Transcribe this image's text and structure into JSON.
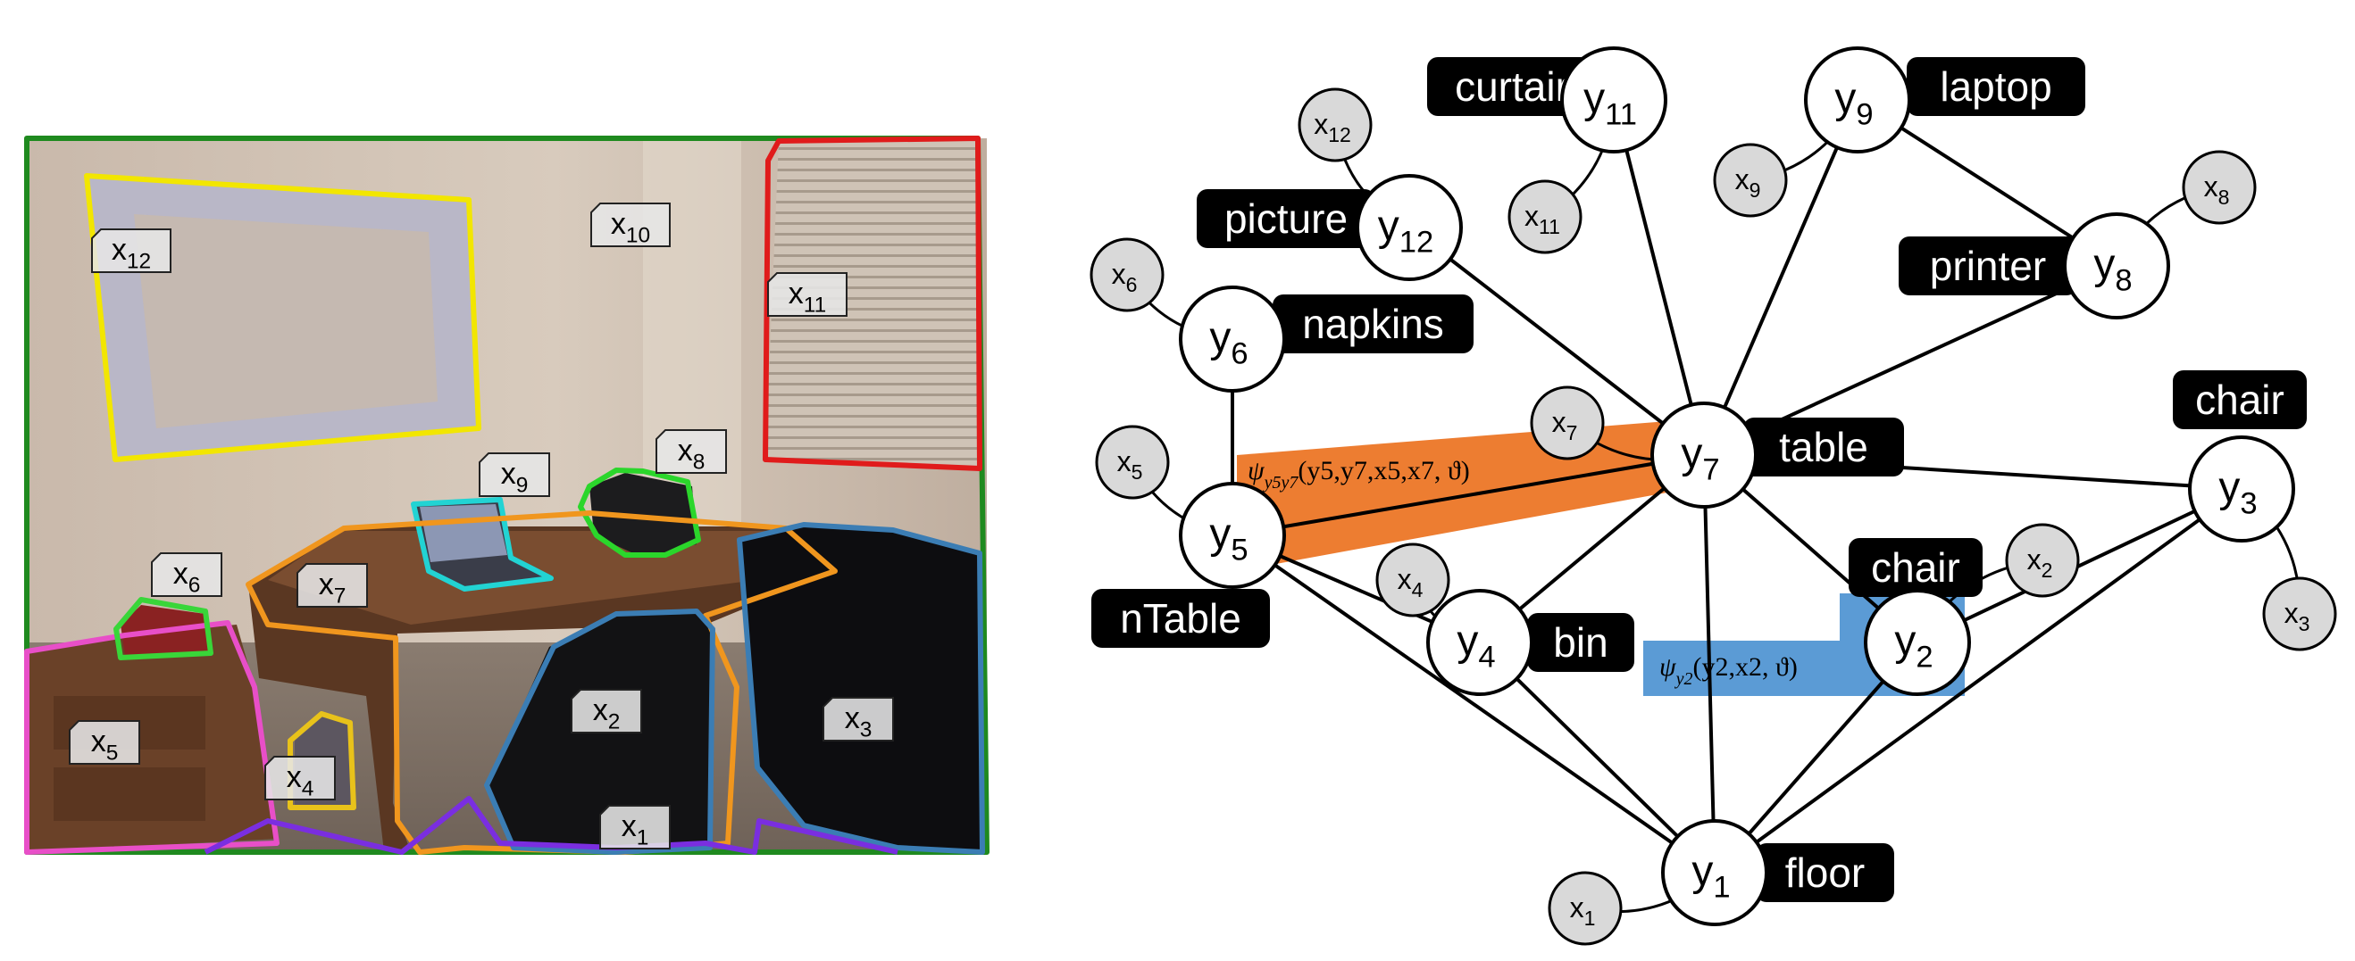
{
  "photo": {
    "region_labels": [
      {
        "base": "x",
        "sub": "12"
      },
      {
        "base": "x",
        "sub": "10"
      },
      {
        "base": "x",
        "sub": "11"
      },
      {
        "base": "x",
        "sub": "9"
      },
      {
        "base": "x",
        "sub": "8"
      },
      {
        "base": "x",
        "sub": "6"
      },
      {
        "base": "x",
        "sub": "7"
      },
      {
        "base": "x",
        "sub": "5"
      },
      {
        "base": "x",
        "sub": "4"
      },
      {
        "base": "x",
        "sub": "2"
      },
      {
        "base": "x",
        "sub": "3"
      },
      {
        "base": "x",
        "sub": "1"
      }
    ],
    "outline_colors": {
      "room": "#1f8a1f",
      "map": "#f2e600",
      "curtain": "#e01b1b",
      "laptop": "#22d3d3",
      "printer": "#2bd62b",
      "table": "#f0961e",
      "chair": "#3b7db4",
      "floor": "#7a2ee0",
      "cabinet": "#e84fc8",
      "napkins": "#39d639",
      "bin": "#e8c21a"
    }
  },
  "graph": {
    "nodes": [
      {
        "id": "y1",
        "base": "y",
        "sub": "1",
        "tag": "floor"
      },
      {
        "id": "y2",
        "base": "y",
        "sub": "2",
        "tag": "chair"
      },
      {
        "id": "y3",
        "base": "y",
        "sub": "3",
        "tag": "chair"
      },
      {
        "id": "y4",
        "base": "y",
        "sub": "4",
        "tag": "bin"
      },
      {
        "id": "y5",
        "base": "y",
        "sub": "5",
        "tag": "nTable"
      },
      {
        "id": "y6",
        "base": "y",
        "sub": "6",
        "tag": "napkins"
      },
      {
        "id": "y7",
        "base": "y",
        "sub": "7",
        "tag": "table"
      },
      {
        "id": "y8",
        "base": "y",
        "sub": "8",
        "tag": "printer"
      },
      {
        "id": "y9",
        "base": "y",
        "sub": "9",
        "tag": "laptop"
      },
      {
        "id": "y11",
        "base": "y",
        "sub": "11",
        "tag": "curtair"
      },
      {
        "id": "y12",
        "base": "y",
        "sub": "12",
        "tag": "picture"
      }
    ],
    "observations": [
      {
        "id": "x1",
        "base": "x",
        "sub": "1",
        "node": "y1"
      },
      {
        "id": "x2",
        "base": "x",
        "sub": "2",
        "node": "y2"
      },
      {
        "id": "x3",
        "base": "x",
        "sub": "3",
        "node": "y3"
      },
      {
        "id": "x4",
        "base": "x",
        "sub": "4",
        "node": "y4"
      },
      {
        "id": "x5",
        "base": "x",
        "sub": "5",
        "node": "y5"
      },
      {
        "id": "x6",
        "base": "x",
        "sub": "6",
        "node": "y6"
      },
      {
        "id": "x7",
        "base": "x",
        "sub": "7",
        "node": "y7"
      },
      {
        "id": "x8",
        "base": "x",
        "sub": "8",
        "node": "y8"
      },
      {
        "id": "x9",
        "base": "x",
        "sub": "9",
        "node": "y9"
      },
      {
        "id": "x11",
        "base": "x",
        "sub": "11",
        "node": "y11"
      },
      {
        "id": "x12",
        "base": "x",
        "sub": "12",
        "node": "y12"
      }
    ],
    "edges": [
      [
        "y7",
        "y11"
      ],
      [
        "y7",
        "y12"
      ],
      [
        "y7",
        "y9"
      ],
      [
        "y7",
        "y8"
      ],
      [
        "y9",
        "y8"
      ],
      [
        "y7",
        "y3"
      ],
      [
        "y7",
        "y4"
      ],
      [
        "y7",
        "y1"
      ],
      [
        "y7",
        "y2"
      ],
      [
        "y7",
        "y5"
      ],
      [
        "y5",
        "y6"
      ],
      [
        "y5",
        "y4"
      ],
      [
        "y5",
        "y1"
      ],
      [
        "y4",
        "y1"
      ],
      [
        "y2",
        "y1"
      ],
      [
        "y2",
        "y3"
      ],
      [
        "y1",
        "y3"
      ]
    ],
    "pair_potential": {
      "color": "#ed7d31",
      "psi": "ψ",
      "psi_sub": "y5y7",
      "args": "(y5,y7,x5,x7, ϑ)"
    },
    "unary_potential": {
      "color": "#5b9bd5",
      "psi": "ψ",
      "psi_sub": "y2",
      "args": "(y2,x2, ϑ)"
    }
  }
}
